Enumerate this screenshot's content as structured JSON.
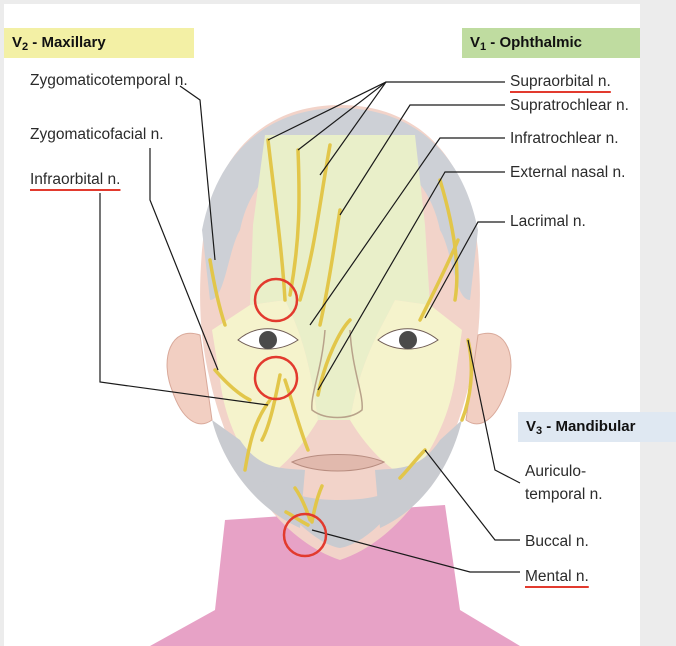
{
  "divisions": {
    "maxillary": {
      "symbol": "V",
      "sub": "2",
      "name": " - Maxillary",
      "color": "#f3f0a5"
    },
    "ophthalmic": {
      "symbol": "V",
      "sub": "1",
      "name": " - Ophthalmic",
      "color": "#bfdca0"
    },
    "mandibular": {
      "symbol": "V",
      "sub": "3",
      "name": " - Mandibular",
      "color": "#dfe8f2"
    }
  },
  "labels": {
    "zygomaticotemporal": "Zygomaticotemporal n.",
    "zygomaticofacial": "Zygomaticofacial n.",
    "infraorbital": "Infraorbital n.",
    "supraorbital": "Supraorbital n.",
    "supratrochlear": "Supratrochlear n.",
    "infratrochlear": "Infratrochlear n.",
    "external_nasal": "External nasal n.",
    "lacrimal": "Lacrimal n.",
    "auriculotemporal_1": "Auriculo-",
    "auriculotemporal_2": "temporal n.",
    "buccal": "Buccal n.",
    "mental": "Mental n."
  },
  "colors": {
    "skin": "#f2d3c9",
    "neck": "#e7a2c6",
    "nerve": "#e2c64a",
    "highlight": "#e23a2e",
    "v1_region": "#e9efc9",
    "v2_region": "#f5f3cc",
    "v3_region": "#c9cbd0"
  }
}
